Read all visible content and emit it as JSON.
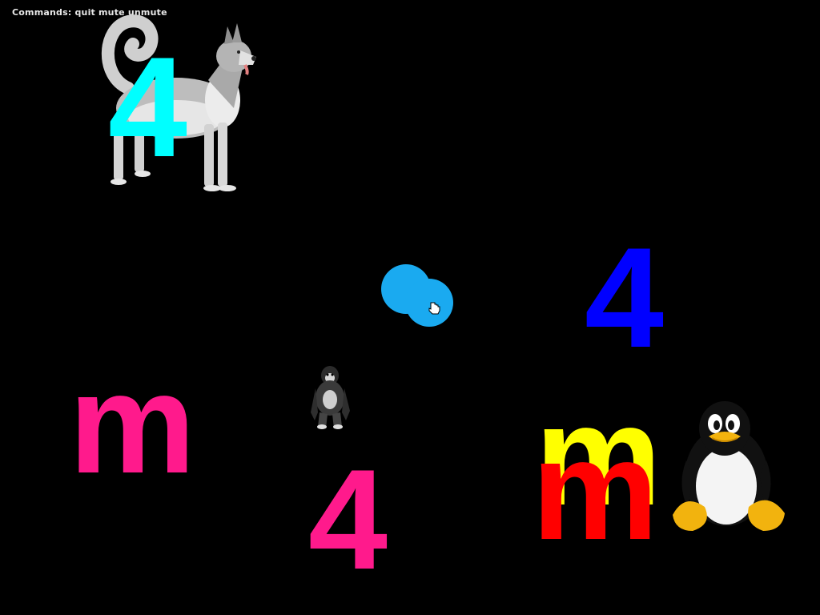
{
  "header": {
    "commands_text": "Commands: quit mute unmute"
  },
  "glyphs": [
    {
      "id": "glyph-4-cyan",
      "char": "4",
      "color": "#00ffff"
    },
    {
      "id": "glyph-4-blue",
      "char": "4",
      "color": "#0000ff"
    },
    {
      "id": "glyph-m-pink",
      "char": "m",
      "color": "#ff1a8c"
    },
    {
      "id": "glyph-4-pink",
      "char": "4",
      "color": "#ff1a8c"
    },
    {
      "id": "glyph-m-yellow",
      "char": "m",
      "color": "#ffff00"
    },
    {
      "id": "glyph-m-red",
      "char": "m",
      "color": "#ff0000"
    }
  ],
  "pictures": {
    "dog": "husky-dog-image",
    "chimp": "chimpanzee-image",
    "penguin": "tux-penguin-image"
  },
  "blobs": {
    "color": "#1aaaf0"
  },
  "cursor": {
    "icon": "hand-pointer-icon"
  }
}
